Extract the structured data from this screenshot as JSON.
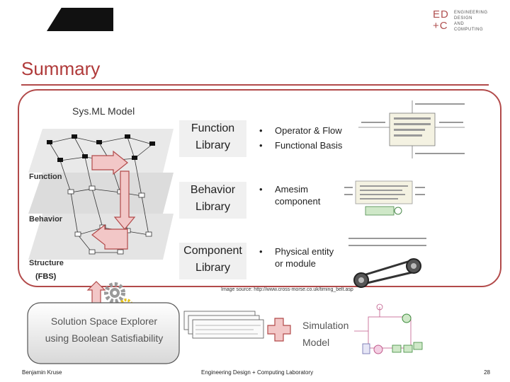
{
  "header": {
    "title": "Summary",
    "logo_letters_top": "ED",
    "logo_letters_bottom": "+C",
    "logo_words": [
      "ENGINEERING",
      "DESIGN",
      "AND",
      "COMPUTING"
    ]
  },
  "model": {
    "label": "Sys.ML Model",
    "fbs_label": "(FBS)",
    "layers": [
      "Function",
      "Behavior",
      "Structure"
    ],
    "libraries": [
      {
        "title_lines": [
          "Function",
          "Library"
        ],
        "bullets": [
          "Operator & Flow",
          "Functional Basis"
        ]
      },
      {
        "title_lines": [
          "Behavior",
          "Library"
        ],
        "bullets": [
          "Amesim component"
        ]
      },
      {
        "title_lines": [
          "Component",
          "Library"
        ],
        "bullets": [
          "Physical entity or module"
        ]
      }
    ],
    "image_source": "Image source: http://www.cross-morse.co.uk/timing_belt.asp"
  },
  "bottom": {
    "solution_lines": [
      "Solution Space Explorer",
      "using Boolean Satisfiability"
    ],
    "simulation_lines": [
      "Simulation",
      "Model"
    ]
  },
  "footer": {
    "author": "Benjamin Kruse",
    "lab": "Engineering Design + Computing Laboratory",
    "page": "28"
  },
  "colors": {
    "accent": "#b24a4a",
    "arrow_fill": "#f2c7c7",
    "gear_gray": "#9a9a9a",
    "gear_yellow": "#e6c21a"
  }
}
